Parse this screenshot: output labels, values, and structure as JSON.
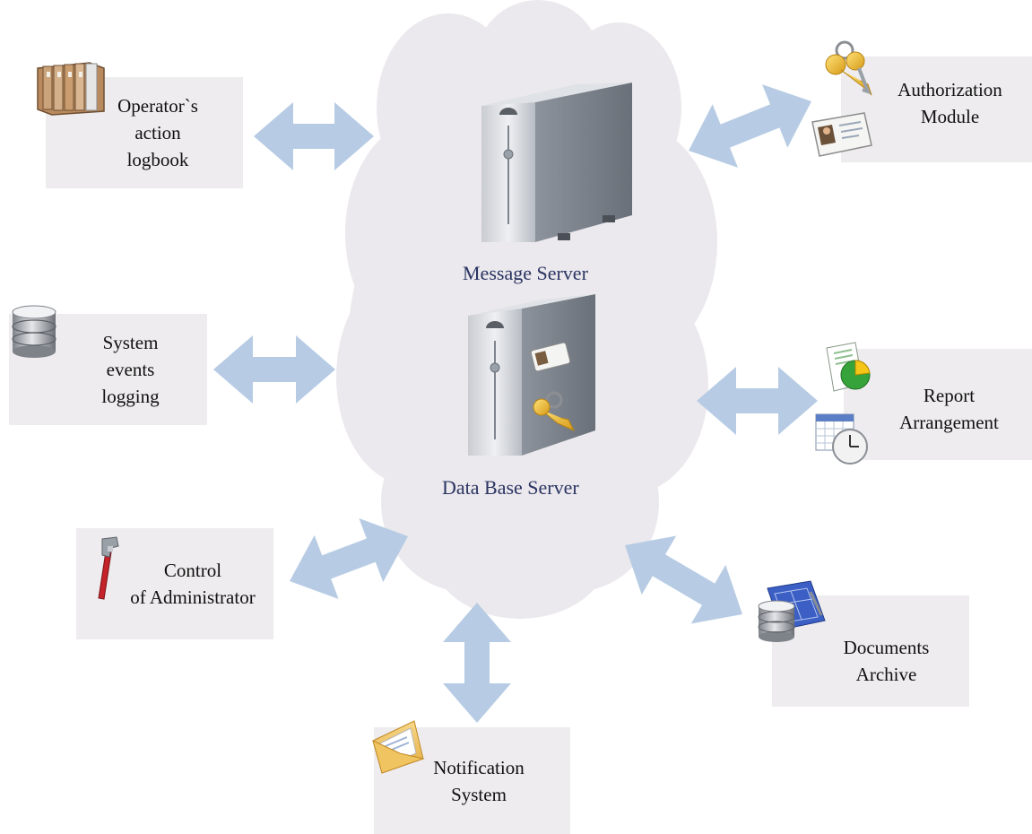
{
  "servers": {
    "message_server": "Message Server",
    "database_server": "Data Base Server"
  },
  "modules": {
    "operator_logbook": [
      "Operator`s",
      "action",
      "logbook"
    ],
    "system_events": [
      "System",
      "events",
      "logging"
    ],
    "control_admin": [
      "Control",
      "of Administrator"
    ],
    "notification": [
      "Notification",
      "System"
    ],
    "documents_archive": [
      "Documents",
      "Archive"
    ],
    "report_arrangement": [
      "Report",
      "Arrangement"
    ],
    "authorization": [
      "Authorization",
      "Module"
    ]
  },
  "colors": {
    "cloud": "#ebe9ed",
    "arrow": "#b7cce4",
    "box": "#eeecee",
    "server_label": "#2b3462"
  },
  "icons": {
    "operator_logbook": "folder-archive-icon",
    "system_events": "database-icon",
    "control_admin": "pipe-wrench-icon",
    "notification": "envelope-icon",
    "documents_archive": "database-blueprint-icon",
    "report_arrangement": [
      "report-chart-icon",
      "calendar-clock-icon"
    ],
    "authorization": [
      "key-icon",
      "id-card-icon"
    ],
    "message_server": "server-tower-icon",
    "database_server": "server-tower-icon"
  }
}
